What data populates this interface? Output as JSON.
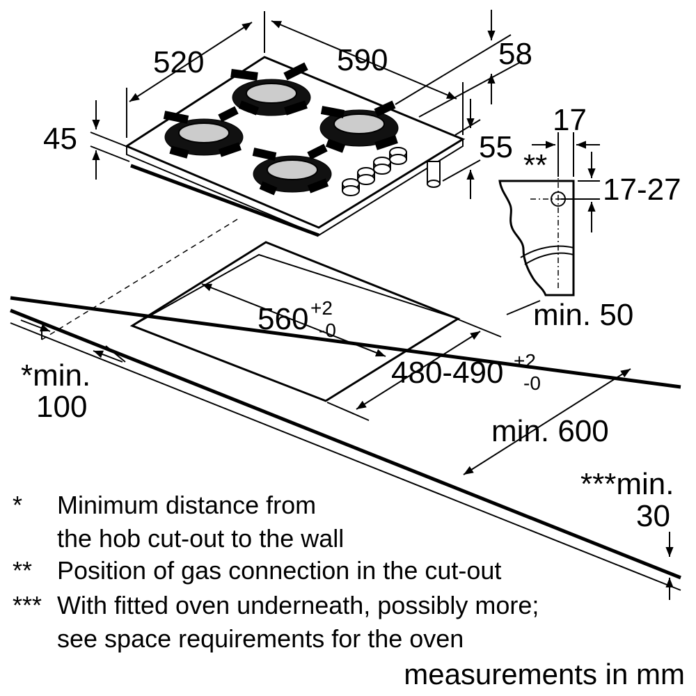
{
  "dimensions": {
    "hob_depth": "520",
    "hob_width": "590",
    "knob_depth": "58",
    "hob_height": "45",
    "gas_height": "55",
    "gas_offset": "17",
    "gas_marker": "**",
    "gas_range": "17-27",
    "wall_back": "min. 50",
    "cutout_width": "560",
    "cutout_width_tol_plus": "+2",
    "cutout_width_tol_minus": "-0",
    "cutout_depth": "480-490",
    "cutout_depth_tol_plus": "+2",
    "cutout_depth_tol_minus": "-0",
    "wall_side_line1": "*min.",
    "wall_side_line2": "100",
    "counter_depth": "min. 600",
    "oven_gap_line1": "***min.",
    "oven_gap_line2": "30"
  },
  "notes": [
    {
      "mark": "*",
      "lines": [
        "Minimum distance from",
        "the hob cut-out to the wall"
      ]
    },
    {
      "mark": "**",
      "lines": [
        "Position of gas connection in the cut-out"
      ]
    },
    {
      "mark": "***",
      "lines": [
        "With fitted oven underneath, possibly more;",
        "see space requirements for the oven"
      ]
    }
  ],
  "footer": "measurements in mm"
}
